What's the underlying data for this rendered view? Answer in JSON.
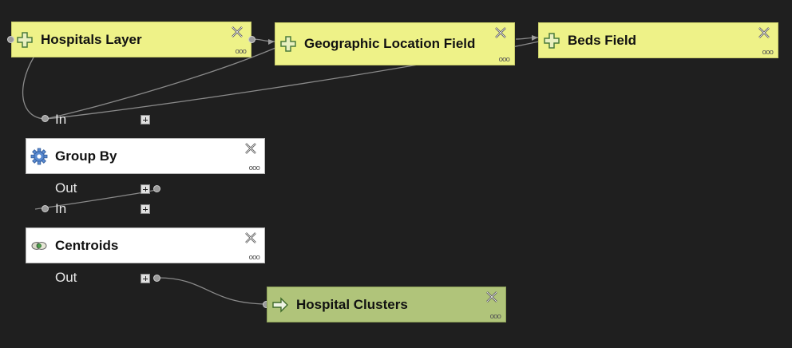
{
  "nodes": {
    "hospitals_layer": {
      "label": "Hospitals Layer",
      "icon": "plus-cross-icon"
    },
    "geo_field": {
      "label": "Geographic Location Field",
      "icon": "plus-cross-icon"
    },
    "beds_field": {
      "label": "Beds Field",
      "icon": "plus-cross-icon"
    },
    "group_by": {
      "label": "Group By",
      "icon": "gear-icon",
      "in_label": "In",
      "out_label": "Out"
    },
    "centroids": {
      "label": "Centroids",
      "icon": "centroids-icon",
      "in_label": "In",
      "out_label": "Out"
    },
    "hospital_clusters": {
      "label": "Hospital Clusters",
      "icon": "arrow-right-icon"
    }
  },
  "more_glyph": "ooo",
  "colors": {
    "background": "#1f1f1f",
    "input_node": "#eef288",
    "algorithm_node": "#ffffff",
    "output_node": "#b0c47a",
    "connector": "#8a8a8a"
  }
}
